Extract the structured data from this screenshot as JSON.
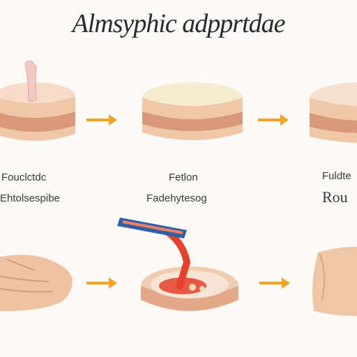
{
  "title": "Almsyphic adpprtdae",
  "steps_row1": [
    {
      "label_line1": "Fouclctdc",
      "label_line2": "Ehtolsespibe"
    },
    {
      "label_line1": "Fetlon",
      "label_line2": "Fadehytesog"
    },
    {
      "label_line1": "Fuldte",
      "label_line2": "Rou"
    }
  ],
  "colors": {
    "arrow": "#f0a323",
    "skin_top": "#f4d7c1",
    "skin_band": "#d99b78",
    "skin_base": "#efc8aa",
    "cream": "#f6ecd0",
    "red": "#e5412c",
    "blue": "#2e5fa8"
  }
}
